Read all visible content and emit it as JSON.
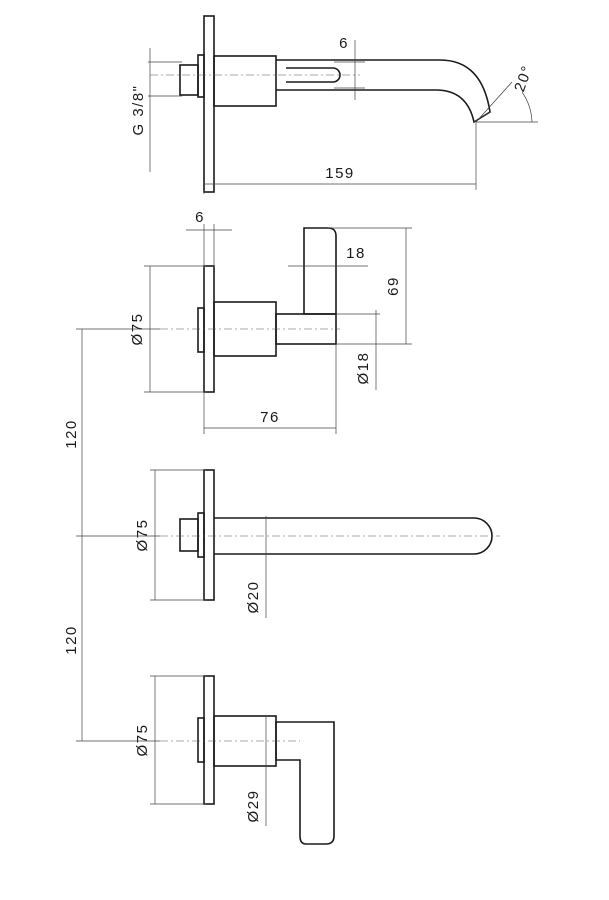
{
  "spout_view": {
    "thread_label": "G 3/8\"",
    "dim_width": "6",
    "dim_length": "159",
    "dim_angle": "20°"
  },
  "lever_side_view": {
    "dim_flange_thickness": "6",
    "dim_lever_thickness": "18",
    "dim_lever_height": "69",
    "dim_hub_diameter": "Ø18",
    "dim_flange_diameter": "Ø75",
    "dim_projection": "76"
  },
  "spout_front_view": {
    "dim_flange_diameter": "Ø75",
    "dim_spout_diameter": "Ø20"
  },
  "lever_front_view": {
    "dim_flange_diameter": "Ø75",
    "dim_hub_diameter": "Ø29"
  },
  "spacing": {
    "upper": "120",
    "lower": "120"
  }
}
